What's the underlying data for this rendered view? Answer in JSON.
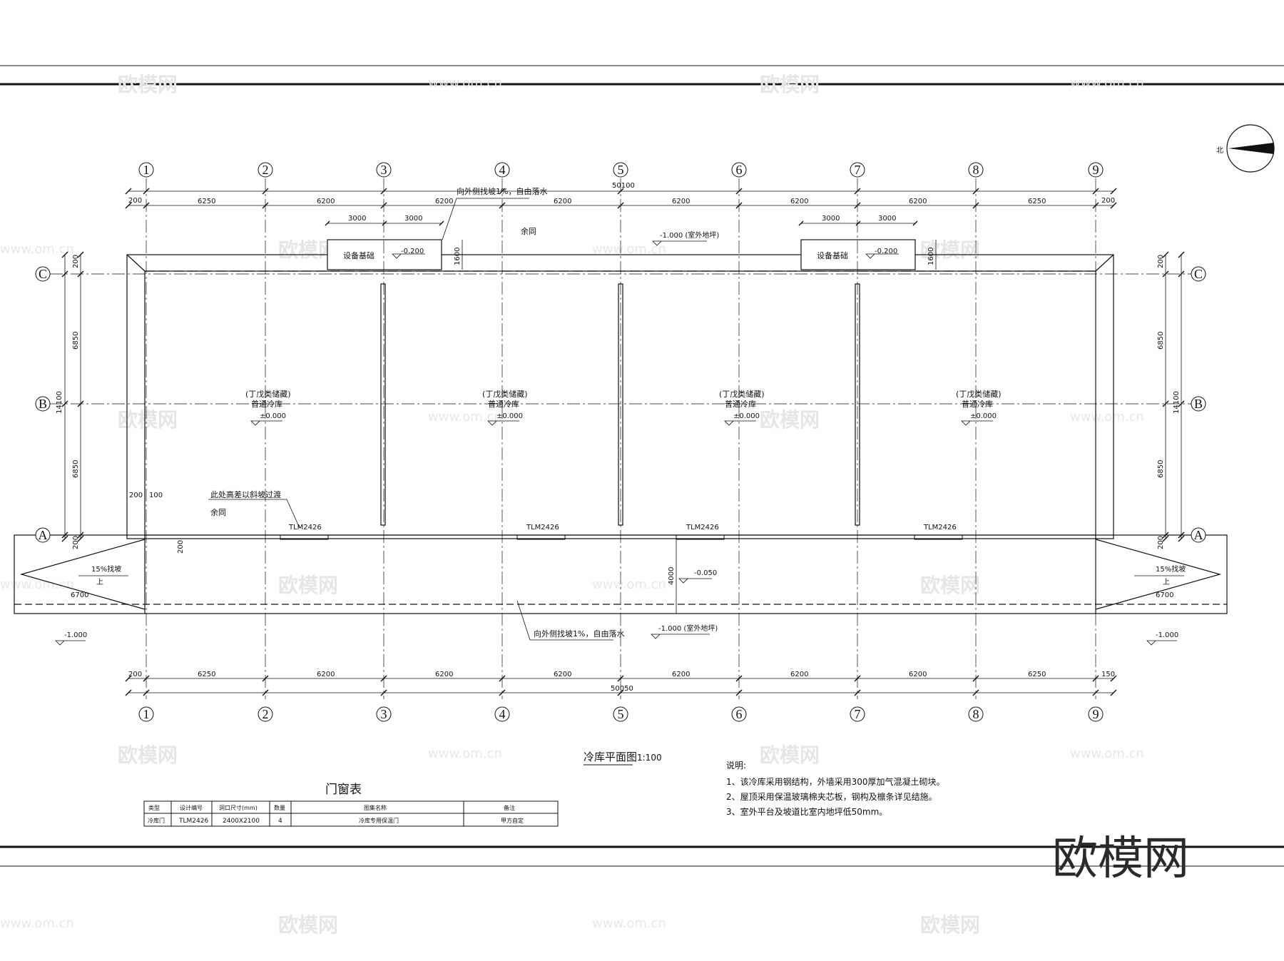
{
  "drawing": {
    "title": "冷库平面图",
    "scale": "1:100",
    "north_label": "北",
    "axes_numeric": [
      "1",
      "2",
      "3",
      "4",
      "5",
      "6",
      "7",
      "8",
      "9"
    ],
    "axes_letter": [
      "A",
      "B",
      "C"
    ],
    "top_total": "50100",
    "bottom_total": "50050",
    "top_spans": [
      "6250",
      "6200",
      "6200",
      "6200",
      "6200",
      "6200",
      "6200",
      "6250"
    ],
    "bottom_spans": [
      "6250",
      "6200",
      "6200",
      "6200",
      "6200",
      "6200",
      "6200",
      "6250"
    ],
    "edge_200": "200",
    "edge_150": "150",
    "side_spans": [
      "6850",
      "6850"
    ],
    "side_total": "14100",
    "side_200": "200",
    "side_100": "100",
    "equip": [
      {
        "label": "设备基础",
        "elev": "-0.200",
        "dims": [
          "3000",
          "3000"
        ],
        "depth": "1600"
      },
      {
        "label": "设备基础",
        "elev": "-0.200",
        "dims": [
          "3000",
          "3000"
        ],
        "depth": "1600"
      }
    ],
    "drain_note_1": "向外侧找坡1%，自由落水",
    "drain_note_1b": "余同",
    "outdoor_elev": "-1.000 (室外地坪)",
    "rooms": [
      {
        "line1": "(丁戊类储藏)",
        "line2": "普通冷库",
        "elev": "±0.000"
      },
      {
        "line1": "(丁戊类储藏)",
        "line2": "普通冷库",
        "elev": "±0.000"
      },
      {
        "line1": "(丁戊类储藏)",
        "line2": "普通冷库",
        "elev": "±0.000"
      },
      {
        "line1": "(丁戊类储藏)",
        "line2": "普通冷库",
        "elev": "±0.000"
      }
    ],
    "door_code": "TLM2426",
    "slope_note": "此处高差以斜坡过渡",
    "slope_note_b": "余同",
    "platform_elev": "-0.050",
    "platform_depth": "4000",
    "ramp_slope": "15%找坡",
    "ramp_up": "上",
    "ramp_length": "6700",
    "ground_elev": "-1.000",
    "drain_note_2": "向外侧找坡1%，自由落水",
    "outdoor_elev_2": "-1.000 (室外地坪)"
  },
  "door_table": {
    "title": "门窗表",
    "headers": [
      "类型",
      "设计编号",
      "洞口尺寸(mm)",
      "数量",
      "图集名称",
      "备注"
    ],
    "row": [
      "冷库门",
      "TLM2426",
      "2400X2100",
      "4",
      "冷库专用保温门",
      "甲方自定"
    ]
  },
  "notes": {
    "heading": "说明:",
    "items": [
      "1、该冷库采用钢结构，外墙采用300厚加气混凝土砌块。",
      "2、屋顶采用保温玻璃棉夹芯板，钢构及檩条详见结施。",
      "3、室外平台及坡道比室内地坪低50mm。"
    ]
  },
  "watermark": {
    "brand": "欧模网",
    "url": "www.om.cn"
  }
}
